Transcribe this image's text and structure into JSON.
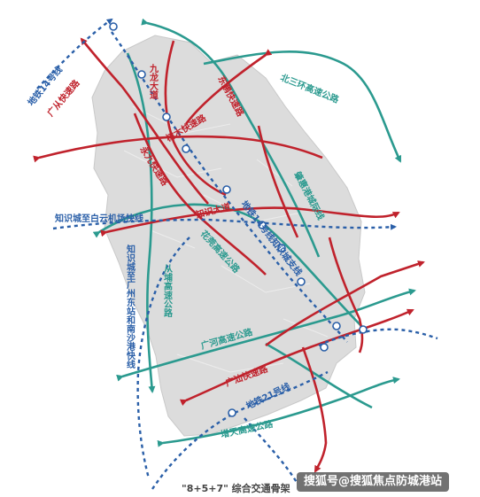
{
  "map": {
    "caption": "\"8+5+7\" 综合交通骨架",
    "watermark": "搜狐号@搜狐焦点防城港站",
    "colors": {
      "background": "#ffffff",
      "land": "#dcdcdc",
      "expressway_red": "#c0222c",
      "highway_green": "#2b9a8f",
      "metro_blue": "#2a5fa8"
    },
    "labels": {
      "metro14": "地铁14号线",
      "guangcong": "广从快速路",
      "jiulong": "九龙大道",
      "dongpeng": "东鹏快速路",
      "shushi": "树木快速路",
      "beisanhuan": "北三环高速公路",
      "yongjiu": "永九快速路",
      "zhaoqing": "肇惠港城际线",
      "zhishi_baiyun": "知识城至白云机场快线",
      "zhishi_ave": "知识大道",
      "metro14_branch": "地铁14号线知识城支线",
      "zhishi_guangzhou": "知识城至广州东站和南沙港快线",
      "huadu": "花莞高速公路",
      "conghuang": "从埔高速公路",
      "guanghe": "广河高速公路",
      "guangshan": "广汕快速路",
      "metro21": "地铁21号线",
      "zengtian": "增天高速公路"
    }
  }
}
